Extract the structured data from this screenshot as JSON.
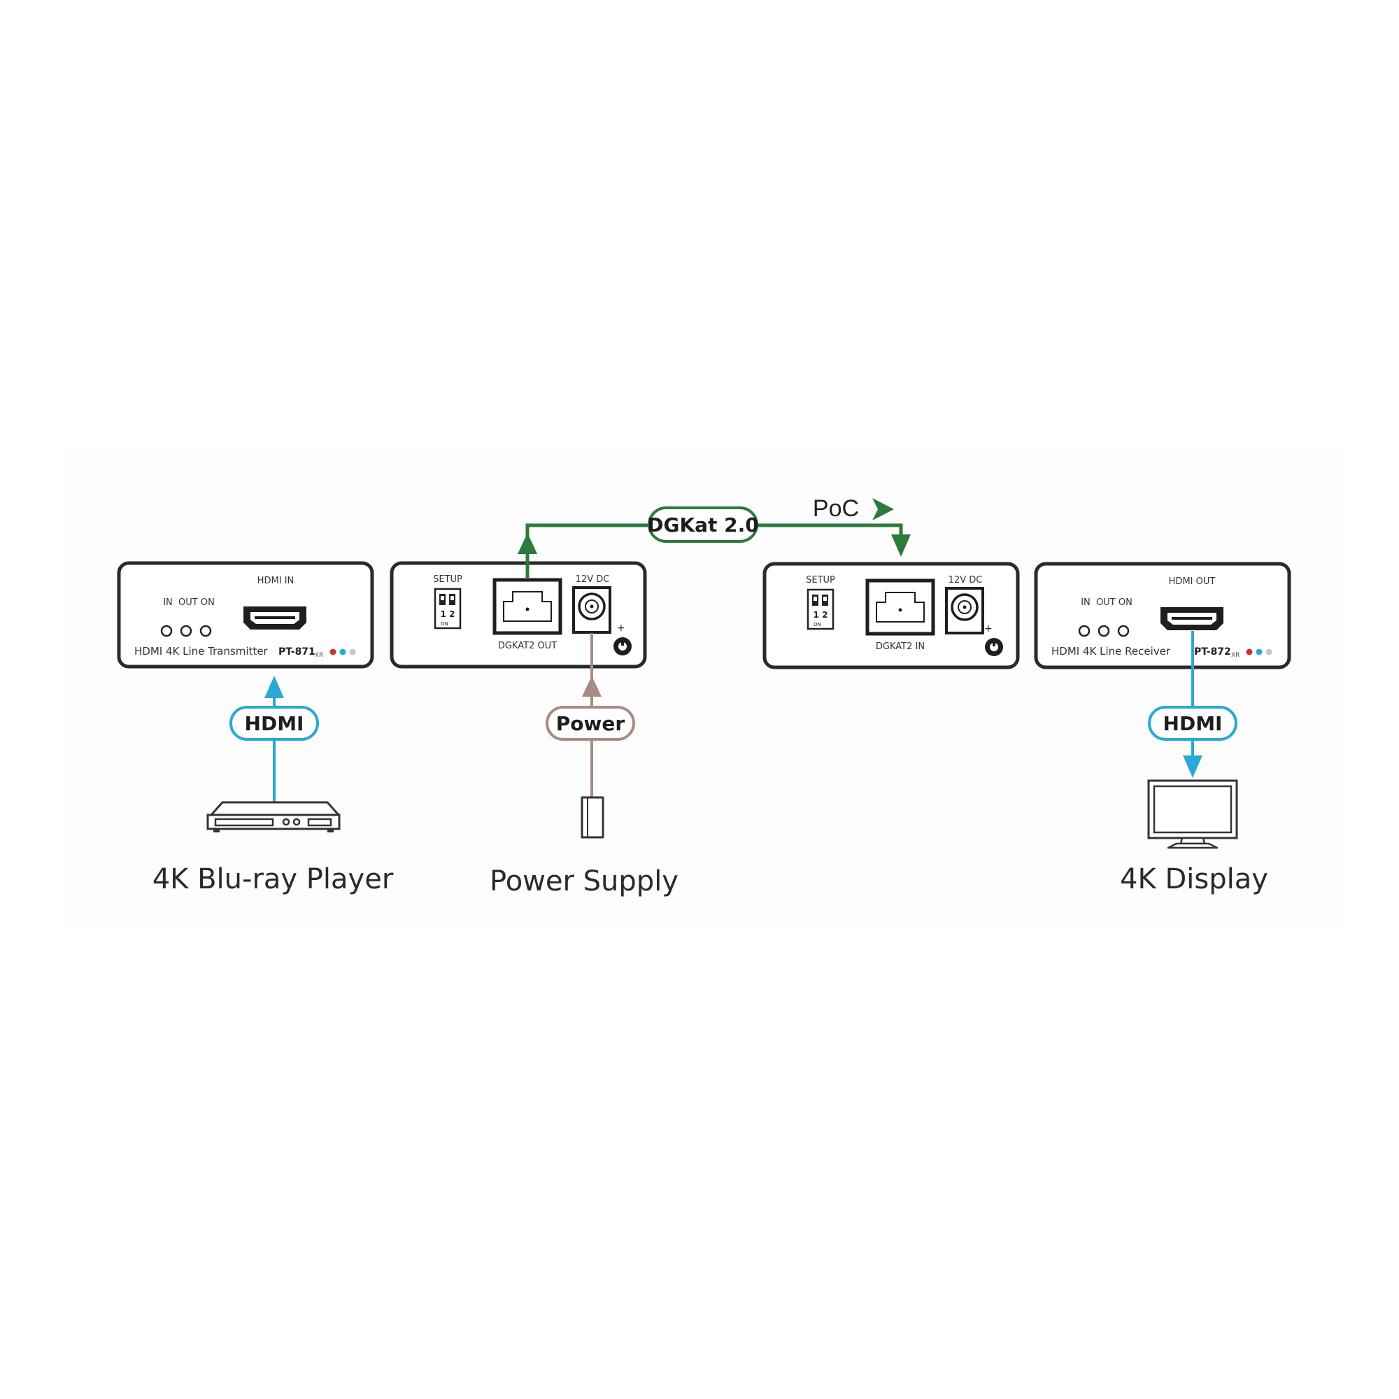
{
  "colors": {
    "device_stroke": "#2a2a2a",
    "hdmi": "#2aa8d6",
    "power": "#a88c84",
    "dgkat": "#2c7a3c",
    "led_red": "#c33333",
    "led_blue": "#2aa8d6",
    "led_white": "#c8c8c8"
  },
  "transmitter_unit": {
    "port_label": "HDMI IN",
    "led_labels": "IN  OUT ON",
    "name": "HDMI 4K Line Transmitter",
    "model": "PT-871",
    "model_suffix": "XR"
  },
  "transmitter_back": {
    "setup_label": "SETUP",
    "dip_numbers": "1 2",
    "dip_on": "ON",
    "power_label": "12V DC",
    "port_label": "DGKAT2 OUT",
    "plus": "+"
  },
  "receiver_back": {
    "setup_label": "SETUP",
    "dip_numbers": "1 2",
    "dip_on": "ON",
    "power_label": "12V DC",
    "port_label": "DGKAT2 IN",
    "plus": "+"
  },
  "receiver_unit": {
    "port_label": "HDMI OUT",
    "led_labels": "IN  OUT ON",
    "name": "HDMI 4K Line Receiver",
    "model": "PT-872",
    "model_suffix": "XR"
  },
  "links": {
    "dgkat_label": "DGKat 2.0",
    "poc_label": "PoC",
    "hdmi_in_label": "HDMI",
    "power_label": "Power",
    "hdmi_out_label": "HDMI"
  },
  "captions": {
    "source": "4K Blu-ray Player",
    "power_supply": "Power Supply",
    "display": "4K Display"
  },
  "icons": {
    "source": "blu-ray-player-icon",
    "power": "power-adapter-icon",
    "display": "monitor-icon"
  }
}
